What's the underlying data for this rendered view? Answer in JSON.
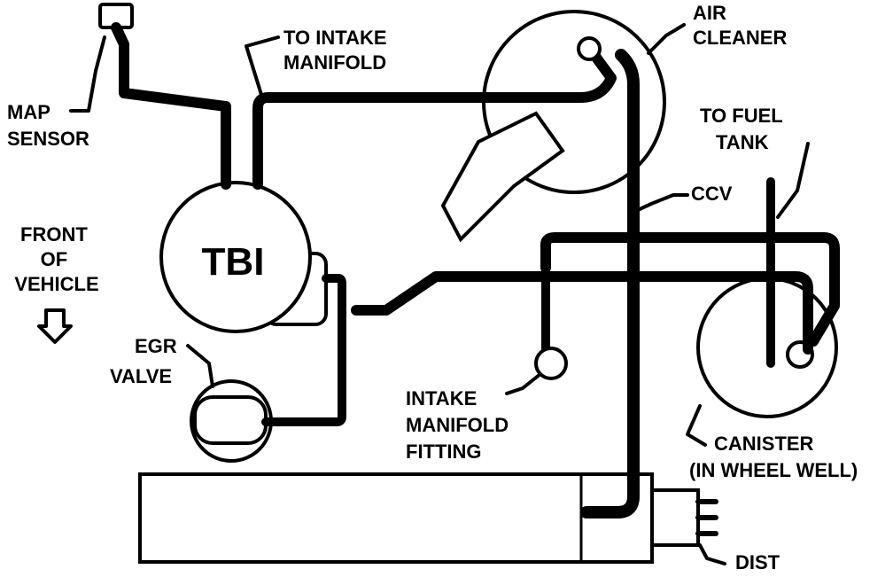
{
  "labels": {
    "map_sensor": [
      "MAP",
      "SENSOR"
    ],
    "to_intake_manifold": [
      "TO INTAKE",
      "MANIFOLD"
    ],
    "air_cleaner": [
      "AIR",
      "CLEANER"
    ],
    "to_fuel_tank": [
      "TO FUEL",
      "TANK"
    ],
    "ccv": "CCV",
    "front_of_vehicle": [
      "FRONT",
      "OF",
      "VEHICLE"
    ],
    "tbi": "TBI",
    "egr_valve": [
      "EGR",
      "VALVE"
    ],
    "intake_manifold_fitting": [
      "INTAKE",
      "MANIFOLD",
      "FITTING"
    ],
    "canister": [
      "CANISTER",
      "(IN WHEEL WELL)"
    ],
    "dist": "DIST"
  },
  "icons": {
    "front_arrow": "down-arrow-icon"
  }
}
